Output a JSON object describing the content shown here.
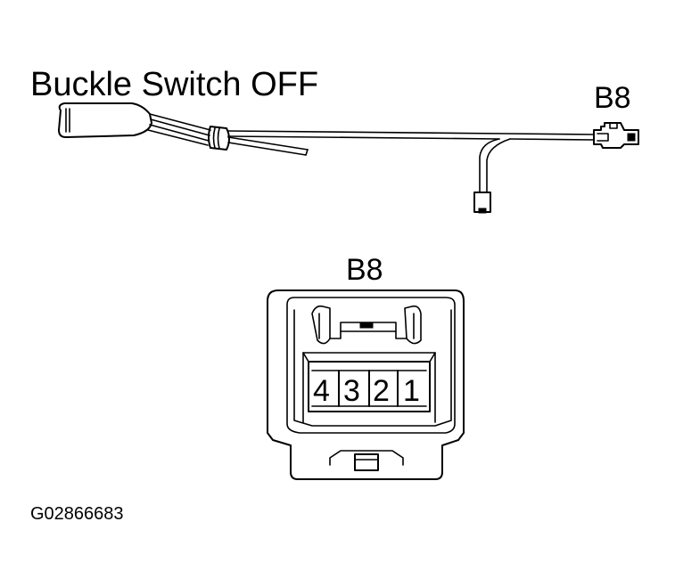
{
  "title": "Buckle Switch OFF",
  "harness_connector_label": "B8",
  "face_view": {
    "label": "B8",
    "pins": [
      "4",
      "3",
      "2",
      "1"
    ]
  },
  "figure_code": "G02866683"
}
